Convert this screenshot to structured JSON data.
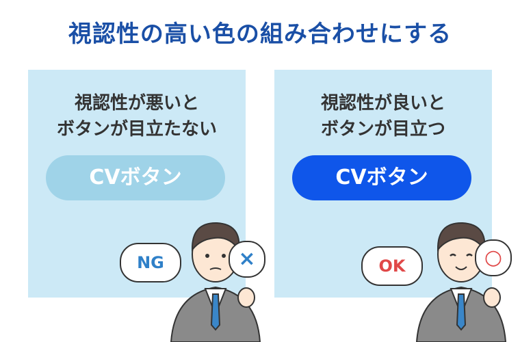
{
  "title": "視認性の高い色の組み合わせにする",
  "left": {
    "caption_line1": "視認性が悪いと",
    "caption_line2": "ボタンが目立たない",
    "button": "CVボタン",
    "bubble": "NG",
    "sign": "×",
    "button_color": "#9fd3e8"
  },
  "right": {
    "caption_line1": "視認性が良いと",
    "caption_line2": "ボタンが目立つ",
    "button": "CVボタン",
    "bubble": "OK",
    "sign": "○",
    "button_color": "#0f56ea"
  },
  "colors": {
    "title": "#1a4fa6",
    "panel": "#cce9f6"
  },
  "icons": [
    "businessman-holding-x-sign",
    "businessman-holding-o-sign"
  ]
}
